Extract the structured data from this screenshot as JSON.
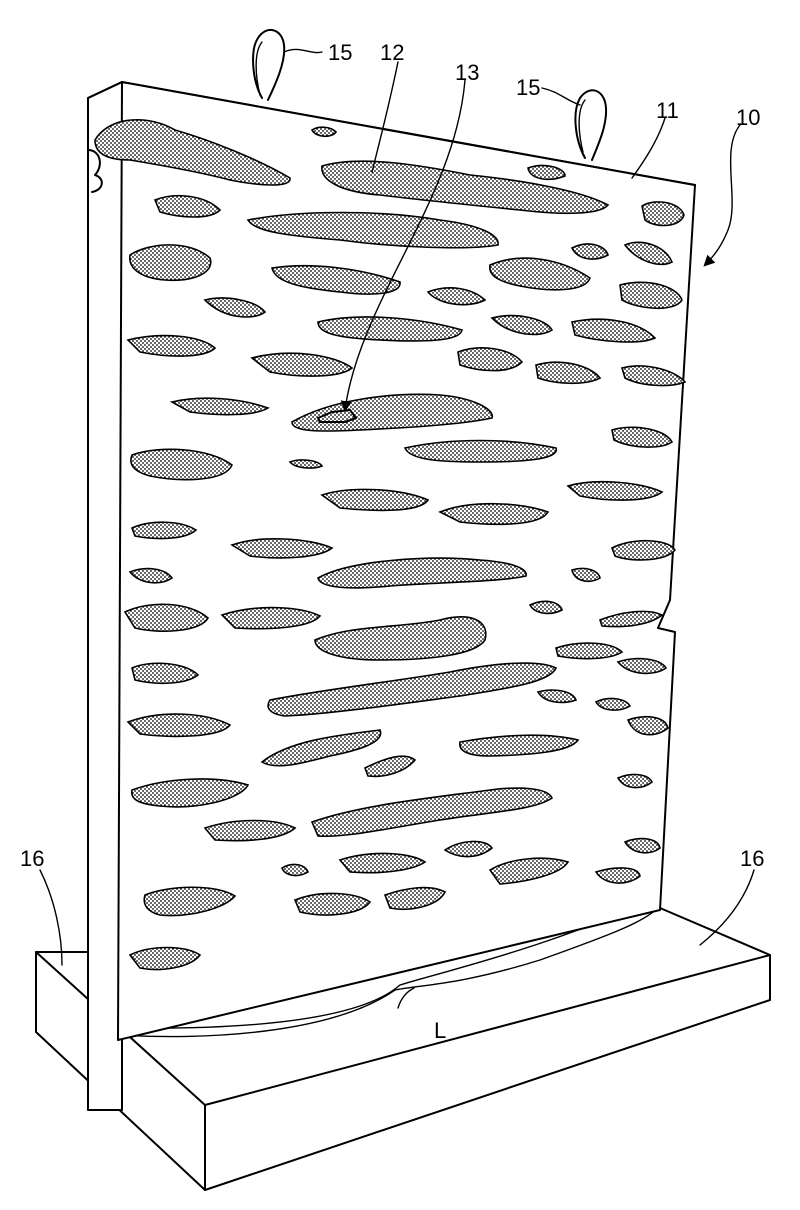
{
  "figure": {
    "labels": {
      "panel": "10",
      "face": "11",
      "aggregate": "12",
      "void": "13",
      "lift_loop_left": "15",
      "lift_loop_right": "15",
      "base_left": "16",
      "base_right": "16",
      "length": "L"
    }
  }
}
